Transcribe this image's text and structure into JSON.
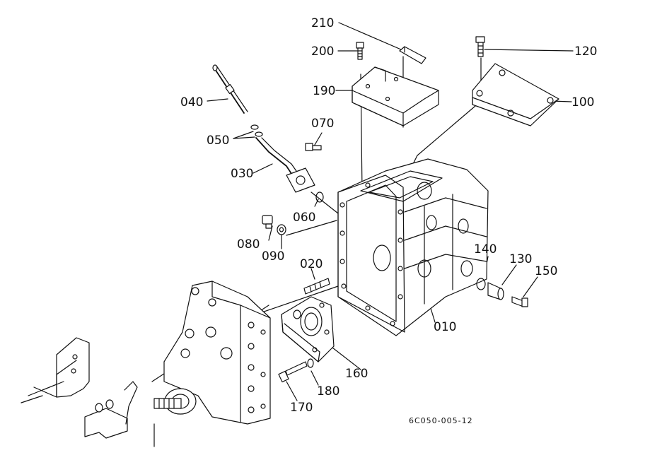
{
  "labels": {
    "p010": "010",
    "p020": "020",
    "p030": "030",
    "p040": "040",
    "p050": "050",
    "p060": "060",
    "p070": "070",
    "p080": "080",
    "p090": "090",
    "p100": "100",
    "p120": "120",
    "p130": "130",
    "p140": "140",
    "p150": "150",
    "p160": "160",
    "p170": "170",
    "p180": "180",
    "p190": "190",
    "p200": "200",
    "p210": "210"
  },
  "reference_code": "6C050-005-12"
}
